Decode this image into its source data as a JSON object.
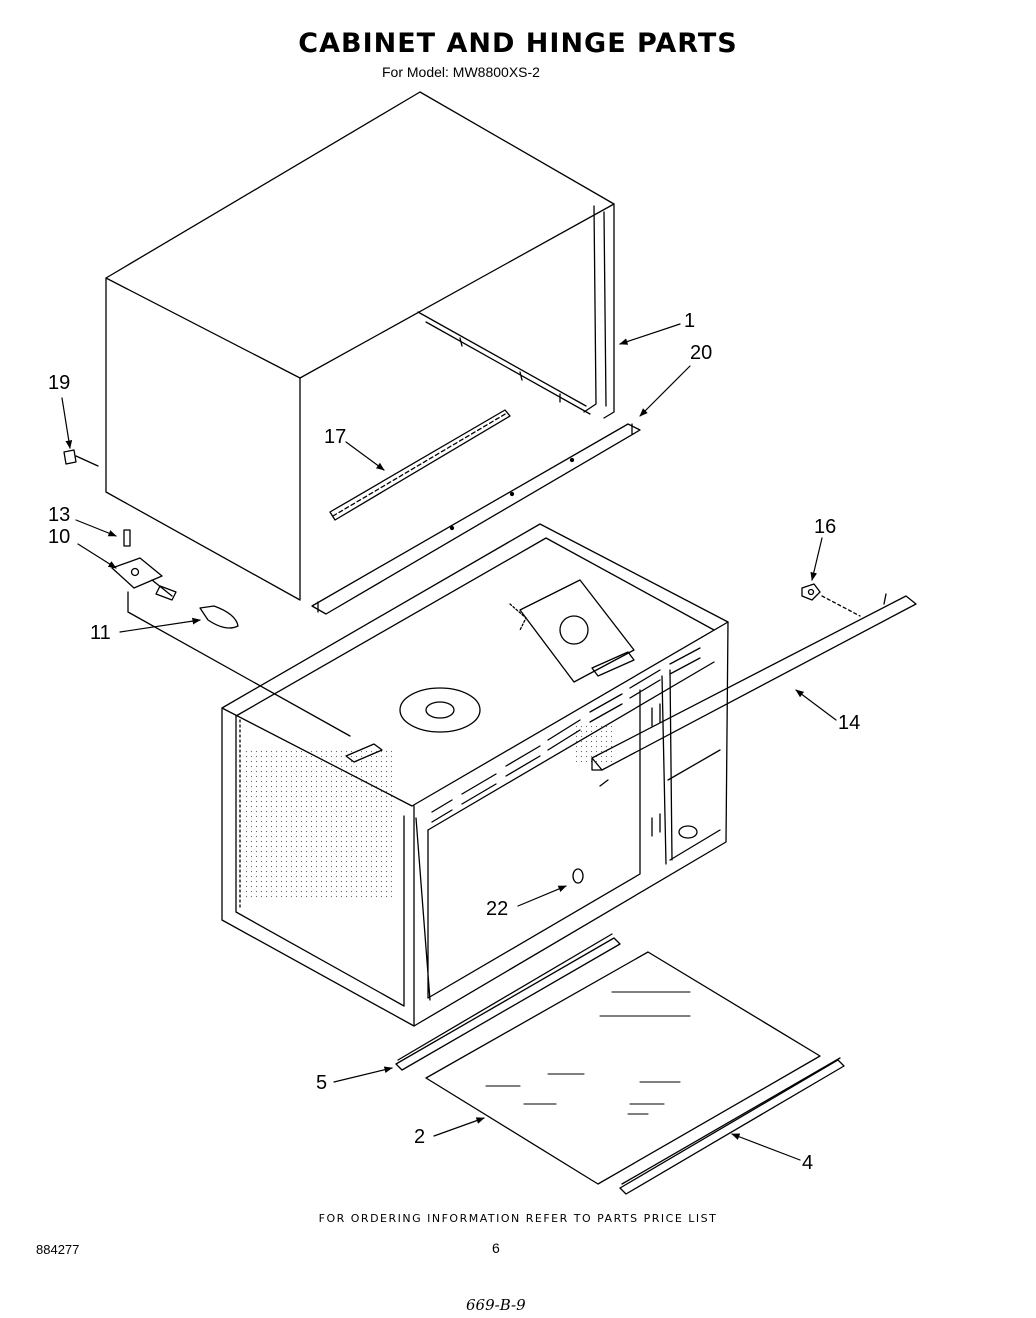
{
  "header": {
    "title": "CABINET AND HINGE PARTS",
    "model": "For Model: MW8800XS-2"
  },
  "callouts": {
    "c1": "1",
    "c20": "20",
    "c19": "19",
    "c17": "17",
    "c13": "13",
    "c10": "10",
    "c11": "11",
    "c16": "16",
    "c14": "14",
    "c22": "22",
    "c5": "5",
    "c2": "2",
    "c4": "4"
  },
  "footer": {
    "ordering_note": "FOR ORDERING INFORMATION REFER TO PARTS PRICE LIST",
    "doc_number": "884277",
    "page_number": "6",
    "handwritten_mark": "669-B-9"
  }
}
